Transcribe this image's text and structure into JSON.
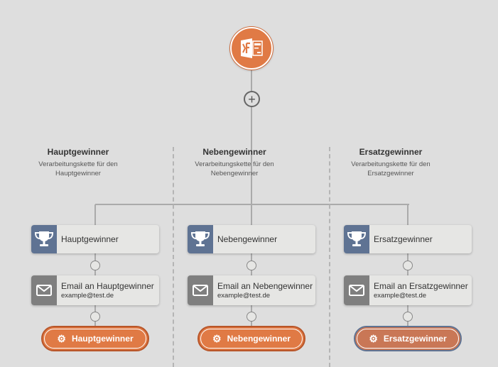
{
  "colors": {
    "accent": "#e07a45",
    "trophy": "#5f7393",
    "mail": "#7f7f7f",
    "selected_border": "#5f7393"
  },
  "root": {
    "icon": "form-icon"
  },
  "add": {
    "icon": "plus-circle-icon",
    "label": "+"
  },
  "columns": [
    {
      "title": "Hauptgewinner",
      "desc1": "Verarbeitungskette für den",
      "desc2": "Hauptgewinner",
      "trigger": "Hauptgewinner",
      "email_title": "Email an Hauptgewinner",
      "email_sub": "example@test.de",
      "button": "Hauptgewinner"
    },
    {
      "title": "Nebengewinner",
      "desc1": "Verarbeitungskette für den",
      "desc2": "Nebengewinner",
      "trigger": "Nebengewinner",
      "email_title": "Email an Nebengewinner",
      "email_sub": "example@test.de",
      "button": "Nebengewinner"
    },
    {
      "title": "Ersatzgewinner",
      "desc1": "Verarbeitungskette für den",
      "desc2": "Ersatzgewinner",
      "trigger": "Ersatzgewinner",
      "email_title": "Email an Ersatzgewinner",
      "email_sub": "example@test.de",
      "button": "Ersatzgewinner"
    }
  ]
}
